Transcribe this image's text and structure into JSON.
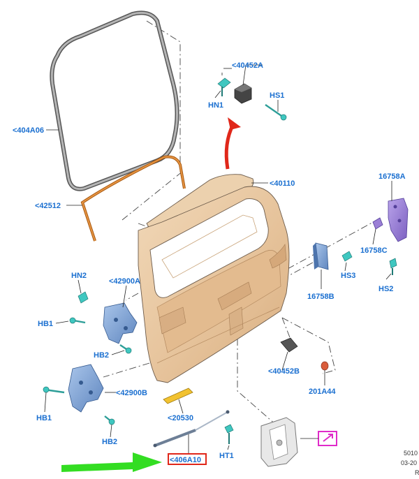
{
  "labels": {
    "p40452A_top": "<40452A",
    "hn1": "HN1",
    "hs1": "HS1",
    "p404A06": "<404A06",
    "p42512": "<42512",
    "p40110": "<40110",
    "p16758A": "16758A",
    "p16758C": "16758C",
    "hs2": "HS2",
    "hs3": "HS3",
    "p16758B": "16758B",
    "hn2": "HN2",
    "p42900A": "<42900A",
    "hb1_top": "HB1",
    "hb2_top": "HB2",
    "p40452B": "<40452B",
    "p201A44": "201A44",
    "p42900B": "<42900B",
    "hb1_bottom": "HB1",
    "hb2_bottom": "HB2",
    "p20530": "<20530",
    "p406A10": "<406A10",
    "ht1": "HT1"
  },
  "footer": {
    "line1": "5010",
    "line2": "03-20",
    "line3": "R"
  },
  "colors": {
    "label_blue": "#1a6fd0",
    "gate_tan": "#e8c9a4",
    "seal_gray": "#8a8a8a",
    "molding_orange": "#d97a1e",
    "bracket_purple": "#9b7fd6",
    "hinge_blue": "#7fa6d6",
    "fastener_cyan": "#3fc7c0",
    "arrow_red": "#e0271a",
    "arrow_green": "#33dd22",
    "highlight_box": "#e0271a",
    "callout_magenta": "#e02bc9"
  }
}
